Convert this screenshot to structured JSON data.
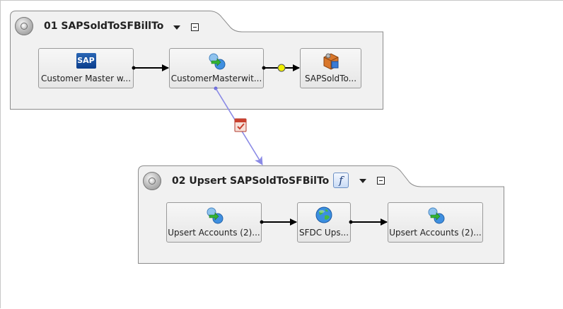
{
  "groups": [
    {
      "title": "01 SAPSoldToSFBillTo",
      "nodes": [
        {
          "label": "Customer Master w...",
          "icon": "sap-logo-icon"
        },
        {
          "label": "CustomerMasterwit...",
          "icon": "transform-map-icon"
        },
        {
          "label": "SAPSoldTo...",
          "icon": "package-operation-icon"
        }
      ]
    },
    {
      "title": "02 Upsert SAPSoldToSFBilTo",
      "nodes": [
        {
          "label": "Upsert Accounts (2)...",
          "icon": "transform-map-icon"
        },
        {
          "label": "SFDC Ups...",
          "icon": "globe-icon"
        },
        {
          "label": "Upsert Accounts (2)...",
          "icon": "transform-map-icon"
        }
      ]
    }
  ],
  "sap_logo_text": "SAP",
  "function_icon_glyph": "f",
  "colors": {
    "group_fill": "#f1f1f1",
    "group_border": "#8c8c8c",
    "connector": "#000000",
    "dependency_link": "#8a8ae6",
    "condition_dot": "#f0f000"
  }
}
